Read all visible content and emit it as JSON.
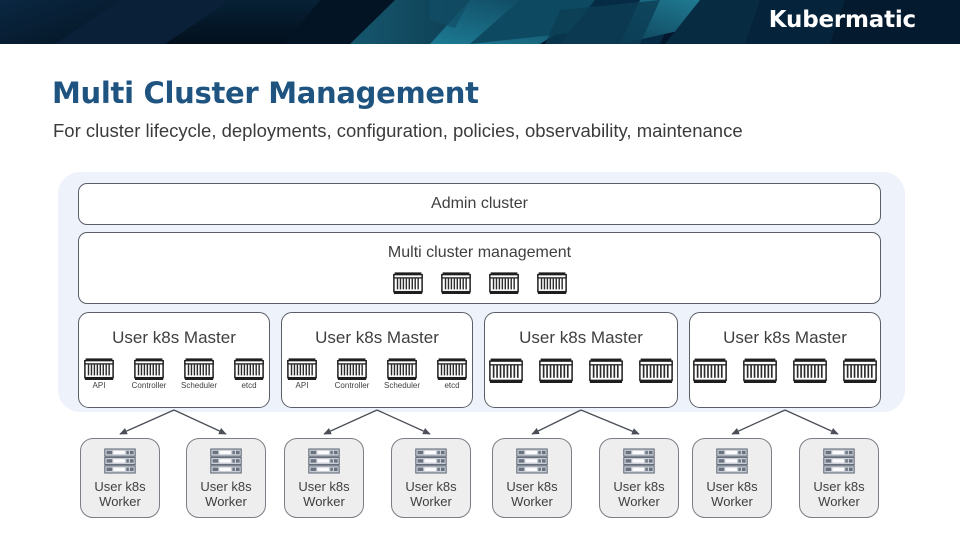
{
  "header": {
    "brand": "Kubermatic",
    "band_color": "#05182e",
    "accent_teal": "#1b6b84"
  },
  "title": {
    "heading": "Multi Cluster Management",
    "heading_color": "#1f5480",
    "subheading": "For cluster lifecycle, deployments, configuration, policies, observability, maintenance"
  },
  "diagram": {
    "panel_color": "#eef2fb",
    "admin_cluster": {
      "label": "Admin cluster"
    },
    "multi_cluster_management": {
      "label": "Multi cluster management",
      "container_count": 4,
      "containers": [
        {
          "icon": "container-icon"
        },
        {
          "icon": "container-icon"
        },
        {
          "icon": "container-icon"
        },
        {
          "icon": "container-icon"
        }
      ]
    },
    "masters": [
      {
        "label": "User k8s Master",
        "units": [
          {
            "icon": "container-icon",
            "label": "API"
          },
          {
            "icon": "container-icon",
            "label": "Controller"
          },
          {
            "icon": "container-icon",
            "label": "Scheduler"
          },
          {
            "icon": "container-icon",
            "label": "etcd"
          }
        ]
      },
      {
        "label": "User k8s Master",
        "units": [
          {
            "icon": "container-icon",
            "label": "API"
          },
          {
            "icon": "container-icon",
            "label": "Controller"
          },
          {
            "icon": "container-icon",
            "label": "Scheduler"
          },
          {
            "icon": "container-icon",
            "label": "etcd"
          }
        ]
      },
      {
        "label": "User k8s Master",
        "units": [
          {
            "icon": "container-icon",
            "label": ""
          },
          {
            "icon": "container-icon",
            "label": ""
          },
          {
            "icon": "container-icon",
            "label": ""
          },
          {
            "icon": "container-icon",
            "label": ""
          }
        ]
      },
      {
        "label": "User k8s Master",
        "units": [
          {
            "icon": "container-icon",
            "label": ""
          },
          {
            "icon": "container-icon",
            "label": ""
          },
          {
            "icon": "container-icon",
            "label": ""
          },
          {
            "icon": "container-icon",
            "label": ""
          }
        ]
      }
    ],
    "workers": [
      {
        "line1": "User k8s",
        "line2": "Worker",
        "icon": "server-rack-icon"
      },
      {
        "line1": "User k8s",
        "line2": "Worker",
        "icon": "server-rack-icon"
      },
      {
        "line1": "User k8s",
        "line2": "Worker",
        "icon": "server-rack-icon"
      },
      {
        "line1": "User k8s",
        "line2": "Worker",
        "icon": "server-rack-icon"
      },
      {
        "line1": "User k8s",
        "line2": "Worker",
        "icon": "server-rack-icon"
      },
      {
        "line1": "User k8s",
        "line2": "Worker",
        "icon": "server-rack-icon"
      },
      {
        "line1": "User k8s",
        "line2": "Worker",
        "icon": "server-rack-icon"
      },
      {
        "line1": "User k8s",
        "line2": "Worker",
        "icon": "server-rack-icon"
      }
    ]
  }
}
